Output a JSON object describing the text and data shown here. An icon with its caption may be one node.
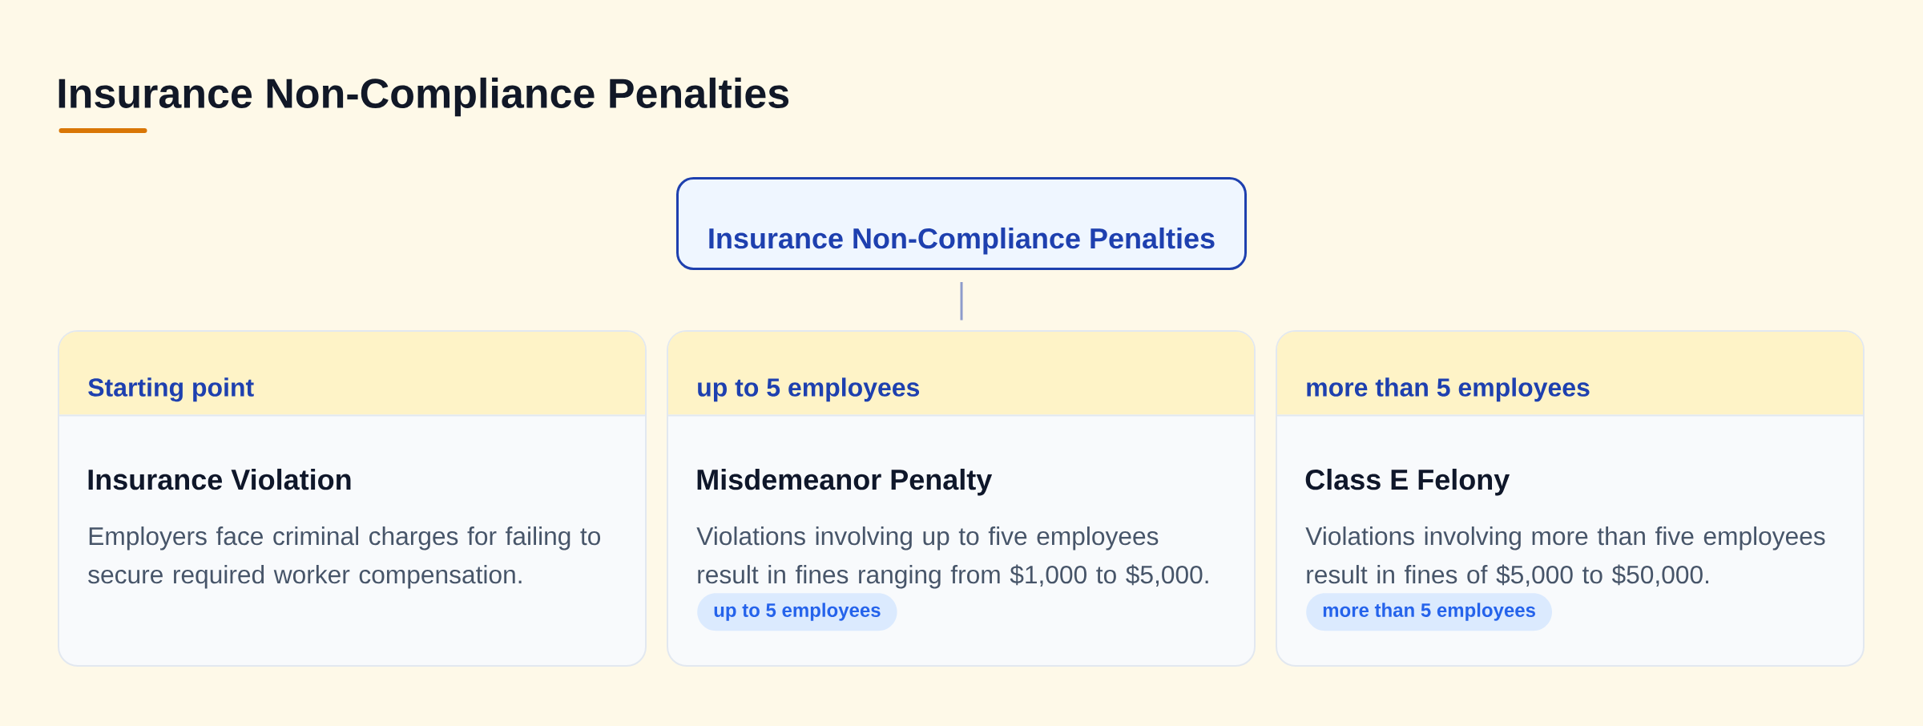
{
  "diagram": {
    "title": "Insurance Non-Compliance Penalties",
    "nodes": [
      {
        "text": [
          "Insurance Non-Compliance Penalties"
        ]
      },
      {
        "text": [
          "Insurance Violation",
          "Employers face criminal charges for failing to secure required worker compensation."
        ]
      },
      {
        "text": [
          "Starting point"
        ],
        "in": 1
      },
      {
        "text": [
          "Misdemeanor Penalty",
          "Violations involving up to five employees result in fines ranging from $1,000 to $5,000."
        ]
      },
      {
        "text": [
          "up to 5 employees"
        ],
        "in": 3
      },
      {
        "text": [
          "up to 5 employees"
        ],
        "in": 3
      },
      {
        "text": [
          "Class E Felony",
          "Violations involving more than five employees result in fines of $5,000 to $50,000."
        ]
      },
      {
        "text": [
          "more than 5 employees"
        ],
        "in": 6
      },
      {
        "text": [
          "more than 5 employees"
        ],
        "in": 6
      }
    ],
    "edges": [
      {
        "from": 0,
        "to": 3,
        "arrow": "none"
      }
    ]
  }
}
